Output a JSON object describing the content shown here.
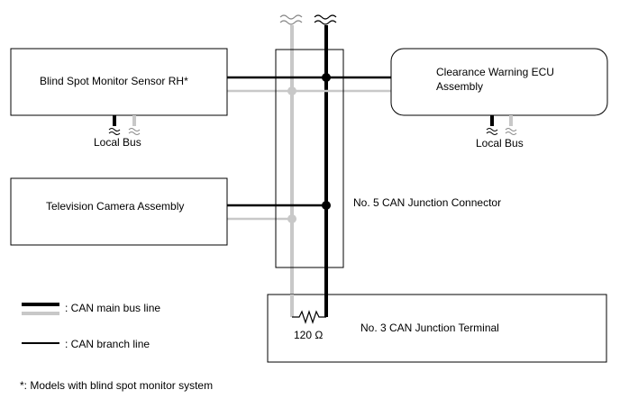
{
  "components": {
    "bsm_sensor": "Blind Spot Monitor Sensor RH*",
    "clearance_ecu_line1": "Clearance Warning ECU",
    "clearance_ecu_line2": "Assembly",
    "tv_camera": "Television Camera Assembly",
    "junction_connector": "No. 5 CAN Junction Connector",
    "junction_terminal": "No. 3 CAN Junction Terminal"
  },
  "local_bus_left": "Local Bus",
  "local_bus_right": "Local Bus",
  "resistor": "120 Ω",
  "legend": {
    "main_bus": ": CAN main bus line",
    "branch": ": CAN branch line"
  },
  "footnote": "*: Models with blind spot monitor system",
  "colors": {
    "main_line_dark": "#000000",
    "main_line_light": "#c8c8c8",
    "junction_box": "#888888"
  }
}
